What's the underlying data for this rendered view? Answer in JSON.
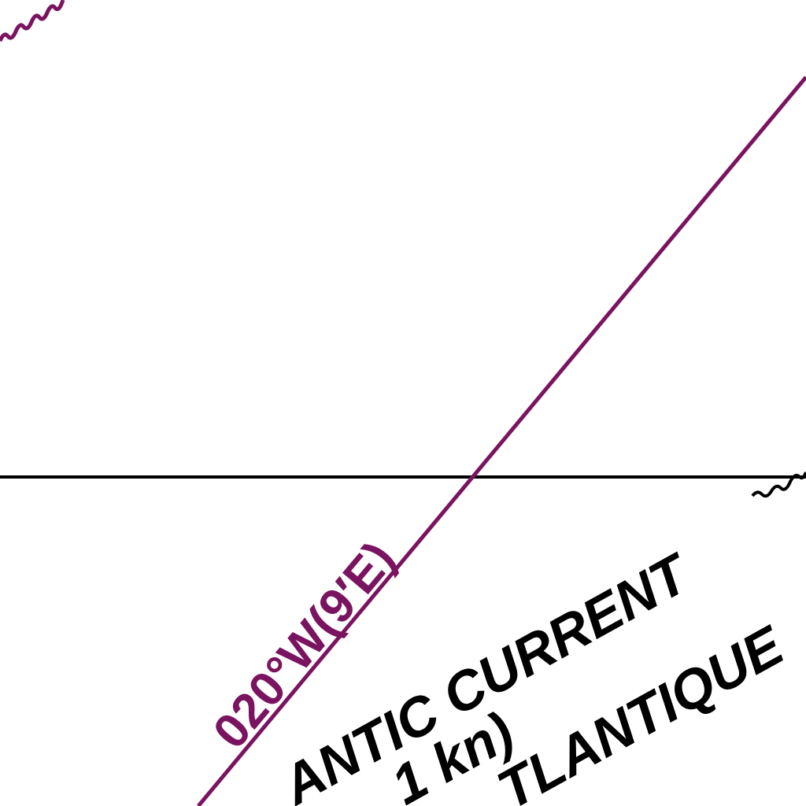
{
  "colors": {
    "background": "#ffffff",
    "magenta_line": "#7a1460",
    "black_line": "#000000"
  },
  "map": {
    "bearing_label": "020°W(9′E)",
    "current_label_en": "ANTIC  CURRENT",
    "current_speed": "1 kn)",
    "current_label_fr": "TLANTIQUE"
  }
}
